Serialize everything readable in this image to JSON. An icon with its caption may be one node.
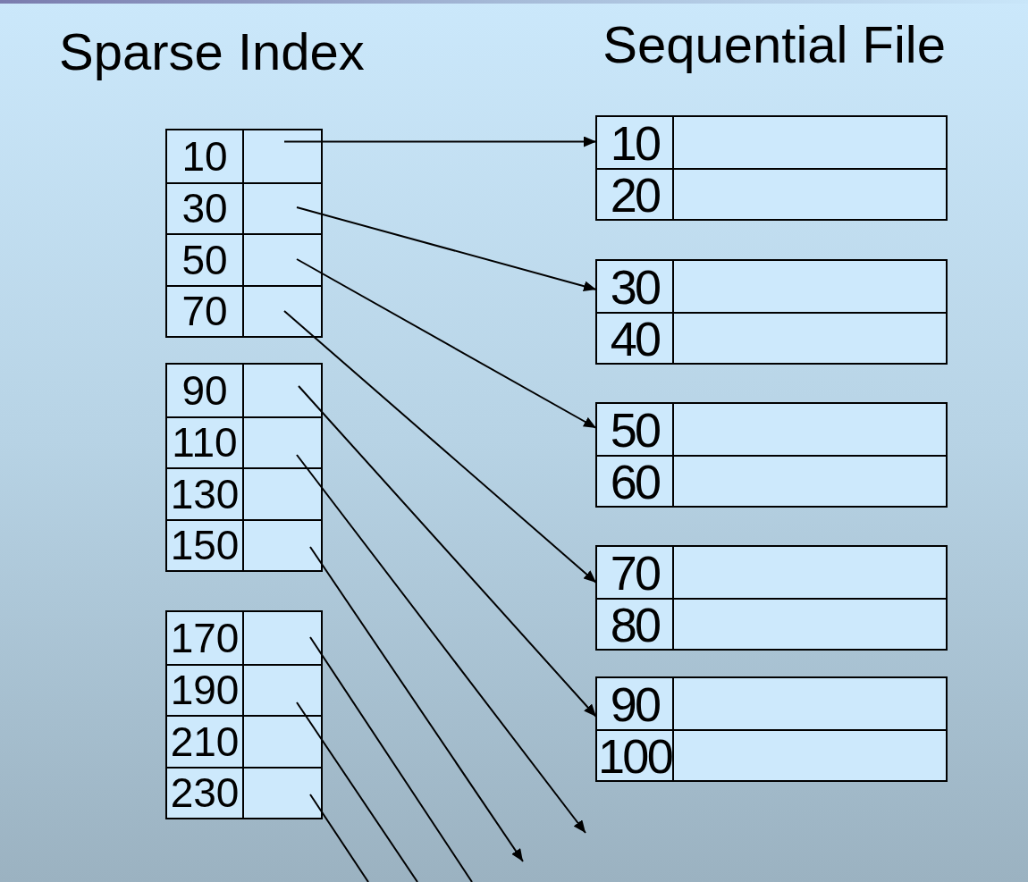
{
  "diagram": {
    "nodes": [
      {
        "text": [],
        "shape": "box"
      },
      {
        "text": [
          "10"
        ],
        "in": 0
      },
      {
        "text": [
          "30"
        ],
        "in": 0
      },
      {
        "text": [
          "50"
        ],
        "in": 0
      },
      {
        "text": [
          "70"
        ],
        "in": 0
      },
      {
        "text": [],
        "shape": "box"
      },
      {
        "text": [
          "90"
        ],
        "in": 5
      },
      {
        "text": [
          "110"
        ],
        "in": 5
      },
      {
        "text": [
          "130"
        ],
        "in": 5
      },
      {
        "text": [
          "150"
        ],
        "in": 5
      },
      {
        "text": [],
        "shape": "box"
      },
      {
        "text": [
          "170"
        ],
        "in": 10
      },
      {
        "text": [
          "190"
        ],
        "in": 10
      },
      {
        "text": [
          "210"
        ],
        "in": 10
      },
      {
        "text": [
          "230"
        ],
        "in": 10
      },
      {
        "text": [],
        "shape": "box"
      },
      {
        "text": [
          "10"
        ],
        "in": 15
      },
      {
        "text": [
          "20"
        ],
        "in": 15
      },
      {
        "text": [],
        "shape": "box"
      },
      {
        "text": [
          "30"
        ],
        "in": 18
      },
      {
        "text": [
          "40"
        ],
        "in": 18
      },
      {
        "text": [],
        "shape": "box"
      },
      {
        "text": [
          "50"
        ],
        "in": 21
      },
      {
        "text": [
          "60"
        ],
        "in": 21
      },
      {
        "text": [],
        "shape": "box"
      },
      {
        "text": [
          "70"
        ],
        "in": 24
      },
      {
        "text": [
          "80"
        ],
        "in": 24
      },
      {
        "text": [],
        "shape": "box"
      },
      {
        "text": [
          "90"
        ],
        "in": 27
      },
      {
        "text": [
          "100"
        ],
        "in": 27
      }
    ],
    "edges": [
      {
        "from": 1,
        "to": 16,
        "arrow": "to"
      },
      {
        "from": 2,
        "to": 19,
        "arrow": "to"
      },
      {
        "from": 3,
        "to": 22,
        "arrow": "to"
      },
      {
        "from": 4,
        "to": 25,
        "arrow": "to"
      },
      {
        "from": 6,
        "to": 28,
        "arrow": "to"
      },
      {
        "from": 7,
        "to": null,
        "arrow": "to"
      },
      {
        "from": 9,
        "to": null,
        "arrow": "to"
      },
      {
        "from": 11,
        "to": null,
        "arrow": "none"
      },
      {
        "from": 12,
        "to": null,
        "arrow": "none"
      },
      {
        "from": 14,
        "to": null,
        "arrow": "none"
      }
    ],
    "labels": [
      "Sparse Index",
      "Sequential File"
    ]
  }
}
